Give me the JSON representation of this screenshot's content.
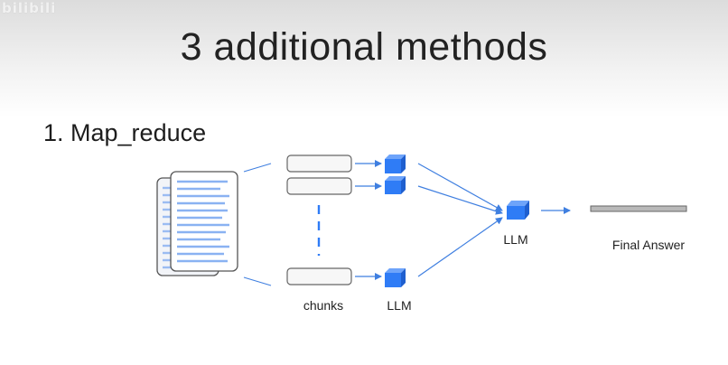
{
  "watermark": "bilibili",
  "slide": {
    "title": "3 additional methods",
    "subtitle": "1. Map_reduce"
  },
  "diagram": {
    "labels": {
      "chunks": "chunks",
      "llm_chunks": "LLM",
      "llm_combine": "LLM",
      "final_answer": "Final Answer"
    },
    "colors": {
      "llm_blue": "#2f7cf6",
      "arrow_blue": "#3f7fe0",
      "doc_line_blue": "#8ab2f2",
      "chunk_border": "#666666",
      "answer_bar": "#b9b9b9"
    }
  }
}
